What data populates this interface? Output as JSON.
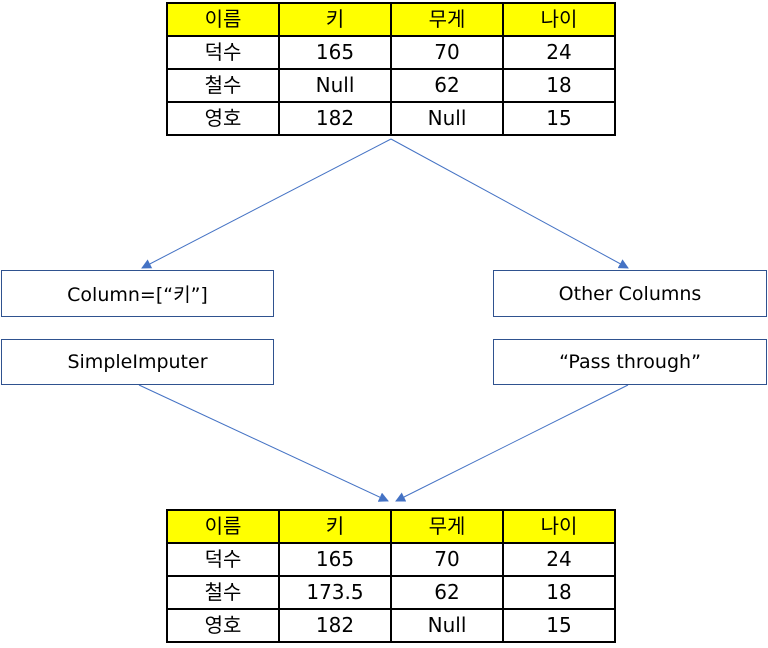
{
  "input_table": {
    "headers": [
      "이름",
      "키",
      "무게",
      "나이"
    ],
    "rows": [
      [
        "덕수",
        "165",
        "70",
        "24"
      ],
      [
        "철수",
        "Null",
        "62",
        "18"
      ],
      [
        "영호",
        "182",
        "Null",
        "15"
      ]
    ]
  },
  "left_branch": {
    "column_label": "Column=[“키”]",
    "transformer_label": "SimpleImputer"
  },
  "right_branch": {
    "column_label": "Other Columns",
    "transformer_label": "“Pass through”"
  },
  "output_table": {
    "headers": [
      "이름",
      "키",
      "무게",
      "나이"
    ],
    "rows": [
      [
        "덕수",
        "165",
        "70",
        "24"
      ],
      [
        "철수",
        "173.5",
        "62",
        "18"
      ],
      [
        "영호",
        "182",
        "Null",
        "15"
      ]
    ]
  },
  "colors": {
    "header_fill": "#ffff00",
    "arrow": "#4472c4",
    "box_border": "#2f528f"
  }
}
